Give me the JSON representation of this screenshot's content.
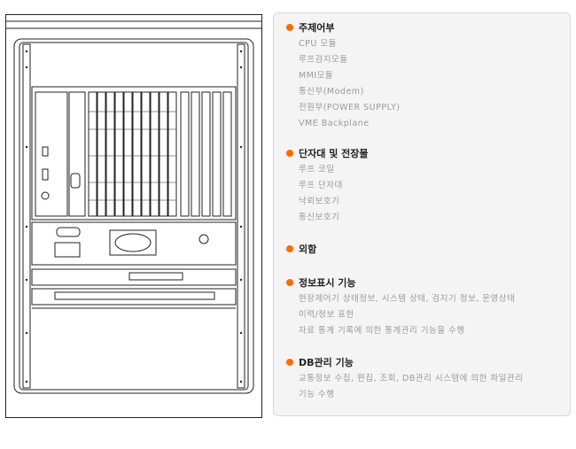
{
  "sections": [
    {
      "title": "주제어부",
      "items": [
        "CPU 모듈",
        "루프검지모듈",
        "MMI모듈",
        "통신부(Modem)",
        "전원부(POWER SUPPLY)",
        "VME Backplane"
      ]
    },
    {
      "title": "단자대 및 전장물",
      "items": [
        "루프 코일",
        "루프 단자대",
        "낙뢰보호기",
        "통신보호기"
      ]
    },
    {
      "title": "외함",
      "items": []
    },
    {
      "title": "정보표시 기능",
      "items": [
        "현장제어기 상태정보, 시스템 상태, 검지기 정보, 운영상태",
        "이력/정보 표현",
        "자료 통계 기록에 의한 통계관리 기능을 수행"
      ]
    },
    {
      "title": "DB관리 기능",
      "items": [
        "교통정보 수집, 편집, 조회, DB관리 시스템에 의한 파일관리",
        "기능 수행"
      ]
    }
  ],
  "colors": {
    "bullet": "#ff6a00",
    "item_text": "#9a9a9a",
    "panel_bg": "#f4f4f4"
  },
  "drawing_icon": "cabinet-front-view-illustration"
}
